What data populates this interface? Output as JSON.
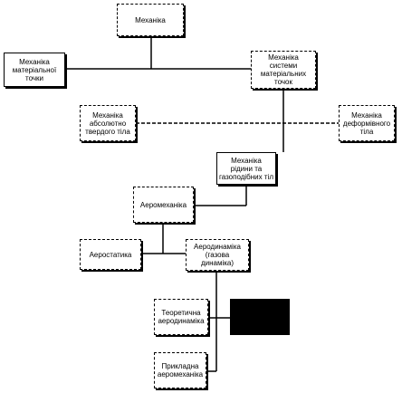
{
  "nodes": {
    "mechanics": "Механіка",
    "mech_material_point": "Механіка\nматеріальної точки",
    "mech_point_system": "Механіка системи\nматеріальних\nточок",
    "mech_rigid_body": "Механіка\nабсолютно\nтвердого тіла",
    "mech_deformable_body": "Механіка\nдеформівного\nтіла",
    "mech_fluid_gas": "Механіка рідини та\nгазоподібних тіл",
    "aeromechanics": "Аеромеханіка",
    "aerostatics": "Аеростатика",
    "aerodynamics": "Аеродинаміка\n(газова динаміка)",
    "theoretical_aerodynamics": "Теоретична\nаеродинаміка",
    "applied_aeromechanics": "Прикладна\nаеромеханіка",
    "dark_block": ""
  },
  "colors": {
    "line": "#000000",
    "fill": "#ffffff",
    "dark": "#000000"
  }
}
